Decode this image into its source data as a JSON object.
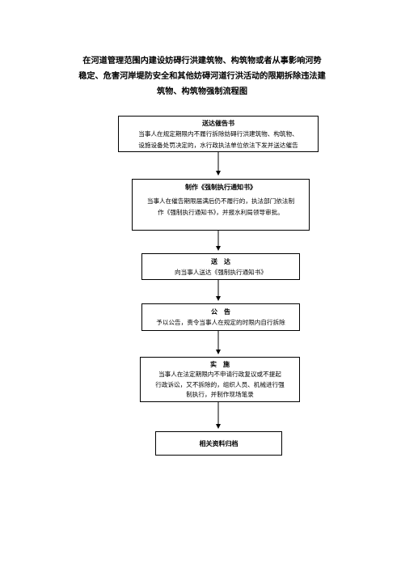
{
  "title": {
    "lines": [
      "在河道管理范围内建设妨碍行洪建筑物、构筑物或者从事影响河势",
      "稳定、危害河岸堤防安全和其他妨碍河道行洪活动的限期拆除违法建",
      "筑物、构筑物强制流程图"
    ]
  },
  "steps": [
    {
      "heading": "送达催告书",
      "lines": [
        "当事人在规定期限内不履行拆除妨碍行洪建筑物、构筑物、",
        "设施设备处罚决定的，水行政执法单位依法下发并送达催告"
      ]
    },
    {
      "heading": "制作《强制执行通知书》",
      "lines": [
        "当事人在催告期限届满后仍不履行的，执法部门依法制",
        "作《强制执行通知书》，并报水利局领导审批。"
      ]
    },
    {
      "heading": "送　达",
      "lines": [
        "向当事人送达《强制执行通知书》"
      ]
    },
    {
      "heading": "公　告",
      "lines": [
        "予以公告，责令当事人在规定的时限内自行拆除"
      ]
    },
    {
      "heading": "实　施",
      "lines": [
        "当事人在法定期限内不申请行政复议或不提起",
        "行政诉讼，又不拆除的，组织人员、机械进行强",
        "制执行，并制作现场笔录"
      ]
    },
    {
      "heading": "相关资料归档",
      "lines": []
    }
  ]
}
